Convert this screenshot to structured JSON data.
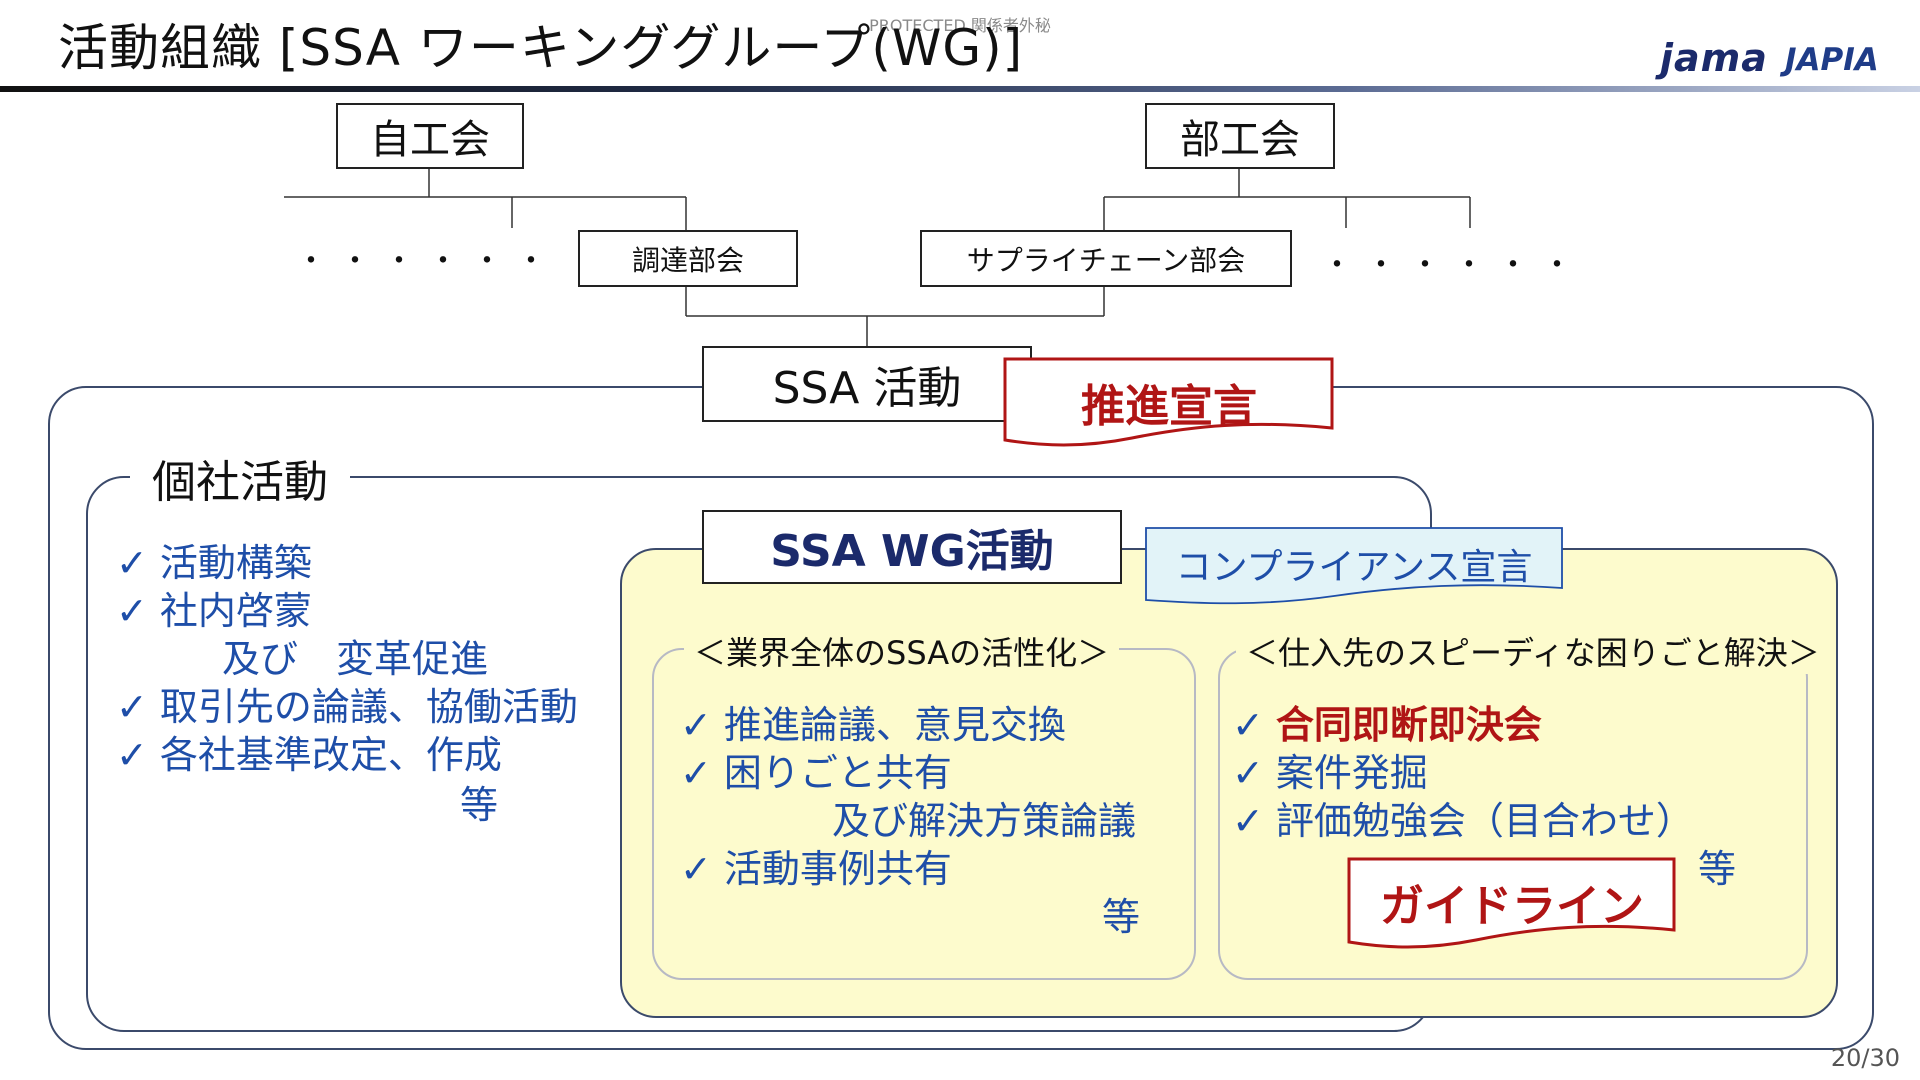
{
  "header": {
    "protected": "PROTECTED 関係者外秘",
    "title": "活動組織 [SSA ワーキンググループ(WG)]",
    "logos": {
      "jama": "jama",
      "japia": "JAPIA"
    }
  },
  "org": {
    "jijikai": "自工会",
    "bukokai": "部工会",
    "chotatsu": "調達部会",
    "supply_chain": "サプライチェーン部会",
    "dots": "・・・・・・",
    "ssa_activity": "SSA 活動"
  },
  "banners": {
    "suishin": "推進宣言",
    "guideline": "ガイドライン",
    "compliance": "コンプライアンス宣言"
  },
  "kosha": {
    "label": "個社活動",
    "check": "✓",
    "items": [
      "活動構築",
      "社内啓蒙",
      "及び　変革促進",
      "取引先の論議、協働活動",
      "各社基準改定、作成",
      "等"
    ]
  },
  "wg": {
    "label": "SSA WG活動",
    "left": {
      "title": "＜業界全体のSSAの活性化＞",
      "items": [
        "推進論議、意見交換",
        "困りごと共有",
        "及び解決方策論議",
        "活動事例共有",
        "等"
      ]
    },
    "right": {
      "title": "＜仕入先のスピーディな困りごと解決＞",
      "items": [
        "合同即断即決会",
        "案件発掘",
        "評価勉強会（目合わせ）",
        "等"
      ]
    }
  },
  "colors": {
    "accent_red": "#b01515",
    "text_blue": "#1e4ea8",
    "wg_fill": "#fdfbcd",
    "compliance_fill": "#e2f3f8"
  },
  "page": {
    "number": "20/30"
  }
}
